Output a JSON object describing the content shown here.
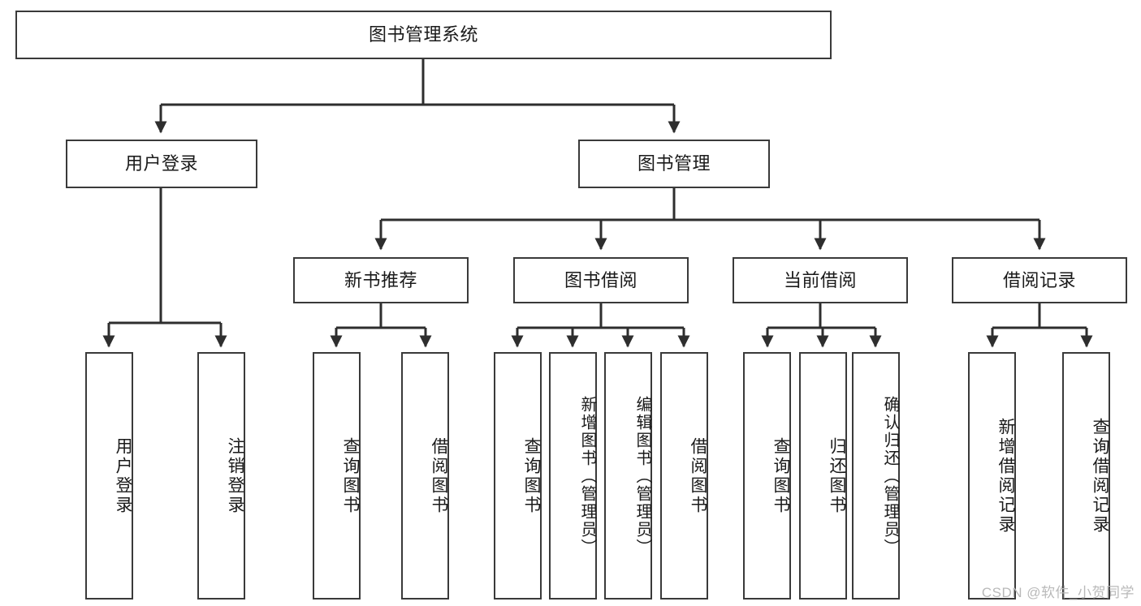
{
  "diagram": {
    "type": "tree-hierarchy-diagram",
    "title": "图书管理系统",
    "watermark": "CSDN @软件_小贺同学",
    "colors": {
      "box_border": "#3a3a3a",
      "box_fill": "#ffffff",
      "connector": "#2e2e2e",
      "text": "#1a1a1a",
      "watermark": "#b9b9b9"
    },
    "nodes": {
      "root": {
        "label": "图书管理系统",
        "level": 0
      },
      "level1": [
        {
          "id": "user-login",
          "label": "用户登录"
        },
        {
          "id": "book-management",
          "label": "图书管理"
        }
      ],
      "level2": [
        {
          "id": "new-book-recommend",
          "label": "新书推荐"
        },
        {
          "id": "book-borrow",
          "label": "图书借阅"
        },
        {
          "id": "current-borrow",
          "label": "当前借阅"
        },
        {
          "id": "borrow-record",
          "label": "借阅记录"
        }
      ],
      "leaves": {
        "user-login": [
          {
            "id": "leaf-user-login",
            "label": "用户登录"
          },
          {
            "id": "leaf-logout-login",
            "label": "注销登录"
          }
        ],
        "new-book-recommend": [
          {
            "id": "leaf-query-book-1",
            "label": "查询图书"
          },
          {
            "id": "leaf-borrow-book-1",
            "label": "借阅图书"
          }
        ],
        "book-borrow": [
          {
            "id": "leaf-query-book-2",
            "label": "查询图书"
          },
          {
            "id": "leaf-add-book",
            "label": "新增图书（管理员）"
          },
          {
            "id": "leaf-edit-book",
            "label": "编辑图书（管理员）"
          },
          {
            "id": "leaf-borrow-book-2",
            "label": "借阅图书"
          }
        ],
        "current-borrow": [
          {
            "id": "leaf-query-book-3",
            "label": "查询图书"
          },
          {
            "id": "leaf-return-book",
            "label": "归还图书"
          },
          {
            "id": "leaf-confirm-return",
            "label": "确认归还（管理员）"
          }
        ],
        "borrow-record": [
          {
            "id": "leaf-add-record",
            "label": "新增借阅记录"
          },
          {
            "id": "leaf-query-record",
            "label": "查询借阅记录"
          }
        ]
      }
    }
  }
}
